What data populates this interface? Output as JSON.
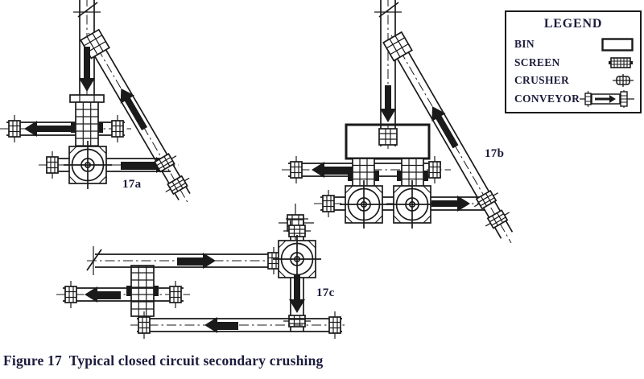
{
  "figure": {
    "caption": "Figure 17  Typical closed circuit secondary crushing",
    "diagram_labels": {
      "a": "17a",
      "b": "17b",
      "c": "17c"
    }
  },
  "legend": {
    "title": "LEGEND",
    "items": [
      {
        "label": "BIN"
      },
      {
        "label": "SCREEN"
      },
      {
        "label": "CRUSHER"
      },
      {
        "label": "CONVEYOR"
      }
    ]
  },
  "colors": {
    "ink": "#1a1a1a",
    "text": "#1b1b3c",
    "background": "#ffffff"
  }
}
